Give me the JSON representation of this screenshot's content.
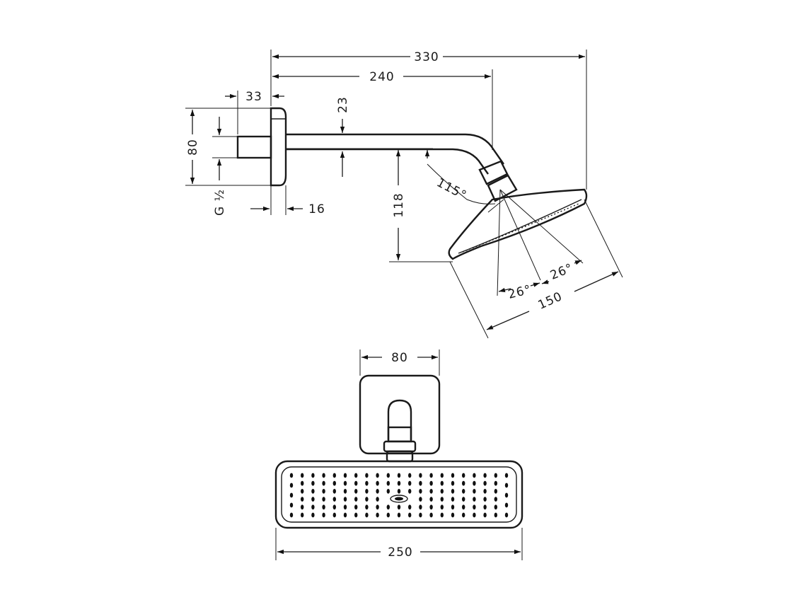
{
  "dimensions": {
    "overall_projection": "330",
    "arm_projection": "240",
    "inlet_length": "33",
    "arm_offset": "23",
    "flange_size_side": "80",
    "thread": "G ½",
    "flange_depth": "16",
    "drop_height": "118",
    "arm_angle": "115°",
    "tilt_angle_left": "26°",
    "tilt_angle_right": "26°",
    "head_diameter_side": "150",
    "flange_width_front": "80",
    "head_width_front": "250"
  },
  "colors": {
    "line": "#1a1a1a",
    "background": "#ffffff"
  }
}
